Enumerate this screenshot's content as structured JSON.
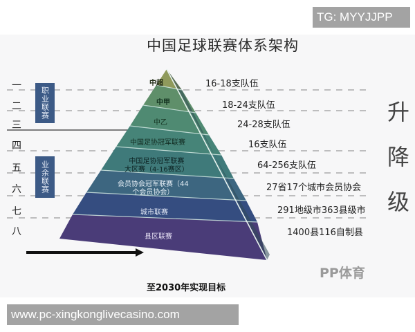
{
  "watermark_badges": {
    "top_right": "TG: MYYJJPP",
    "bottom_left": "www.pc-xingkonglivecasino.com"
  },
  "diagram": {
    "title": "中国足球联赛体系架构",
    "levels": [
      {
        "num": "一",
        "league": "中超",
        "teams": "16-18支队伍",
        "color": "#8f9a5c"
      },
      {
        "num": "二",
        "league": "中甲",
        "teams": "18-24支队伍",
        "color": "#5f8f6a"
      },
      {
        "num": "三",
        "league": "中乙",
        "teams": "24-28支队伍",
        "color": "#4f8a72"
      },
      {
        "num": "四",
        "league": "中国足协冠军联赛",
        "teams": "16支队伍",
        "color": "#468478"
      },
      {
        "num": "五",
        "league": "中国足协冠军联赛\n大区赛（4-16赛区）",
        "teams": "64-256支队伍",
        "color": "#3f7a7a"
      },
      {
        "num": "六",
        "league": "会员协会冠军联赛（44\n个会员协会）",
        "teams": "27省17个城市会员协会",
        "color": "#3d6680"
      },
      {
        "num": "七",
        "league": "城市联赛",
        "teams": "291地级市363县级市",
        "color": "#354d80"
      },
      {
        "num": "八",
        "league": "县区联赛",
        "teams": "1400县116自制县",
        "color": "#4a3c78"
      }
    ],
    "categories": [
      {
        "label": "职业联赛",
        "covers": [
          "一",
          "二"
        ]
      },
      {
        "label": "业余联赛",
        "covers": [
          "五",
          "六"
        ]
      }
    ],
    "side_label": [
      "升",
      "降",
      "级"
    ],
    "goal_text": "至2030年实现目标",
    "brand": "PP体育"
  }
}
